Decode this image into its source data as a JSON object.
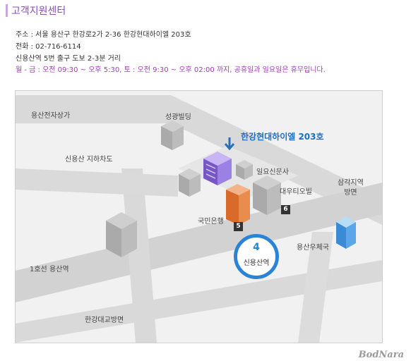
{
  "header": {
    "title": "고객지원센터"
  },
  "info": {
    "address": "주소 : 서울 용산구 한강로2가 2-36 한강현대하이엘 203호",
    "phone": "전화 : 02-716-6114",
    "directions": "신용산역 5번 출구 도보 2-3분 거리",
    "hours": "월 - 금 : 오전 09:30 ~ 오후 5:30, 토 : 오전 9:30 ~ 오후 02:00 까지, 공휴일과 일요일은 휴무입니다."
  },
  "map": {
    "target_label": "한강현대하이엘 203호",
    "station": {
      "number": "4",
      "name": "신용산역"
    },
    "labels": {
      "yongsan_electronics": "용산전자상가",
      "seonggwang": "성광빌딩",
      "underpass": "신용산 지하차도",
      "ilyo": "일요신문사",
      "samgak": "삼각지역\n방면",
      "daewoo": "대우티오빌",
      "kookmin": "국민은행",
      "post_office": "용산우체국",
      "line1": "1호선 용산역",
      "hangang_bridge": "한강대교방면"
    },
    "exits": {
      "exit5": "5",
      "exit6": "6"
    }
  },
  "logo": "BodNara",
  "colors": {
    "title": "#8a4fb5",
    "hours": "#a03cb8",
    "road": "#d2d2d2",
    "target_building": "#8a6fd6",
    "station_ring": "#2a83d6",
    "target_text": "#1e6fc4"
  }
}
